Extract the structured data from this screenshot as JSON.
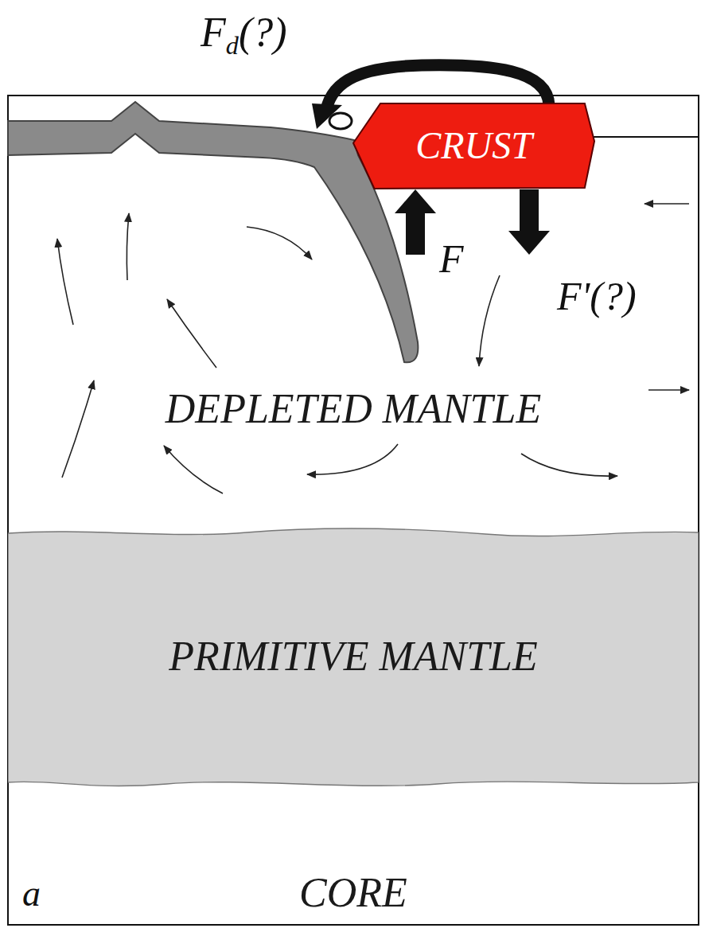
{
  "diagram": {
    "nodes": [
      {
        "text": [
          "CRUST"
        ]
      },
      {
        "text": [
          "DEPLETED MANTLE"
        ]
      },
      {
        "text": [
          "PRIMITIVE MANTLE"
        ]
      },
      {
        "text": [
          "CORE"
        ]
      }
    ],
    "edges": [
      {
        "from": 1,
        "to": 0,
        "arrow": "to",
        "label": "F"
      },
      {
        "from": 0,
        "to": 1,
        "arrow": "to",
        "label": "F'(?)"
      }
    ],
    "labels": [
      "Fd(?)",
      "a"
    ]
  }
}
